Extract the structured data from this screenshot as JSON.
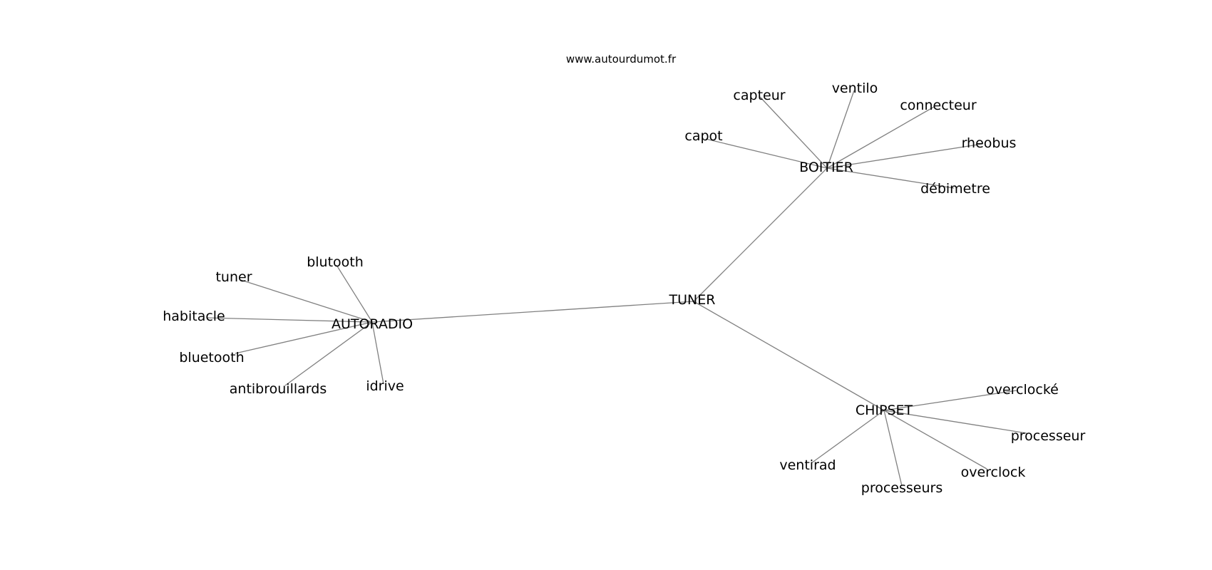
{
  "site": "www.autourdumot.fr",
  "graph": {
    "root": "TUNER",
    "groups": [
      {
        "hub": "AUTORADIO",
        "leaves": [
          "blutooth",
          "tuner",
          "habitacle",
          "bluetooth",
          "antibrouillards",
          "idrive"
        ]
      },
      {
        "hub": "BOITIER",
        "leaves": [
          "capot",
          "capteur",
          "ventilo",
          "connecteur",
          "rheobus",
          "débimetre"
        ]
      },
      {
        "hub": "CHIPSET",
        "leaves": [
          "overclocké",
          "processeur",
          "overclock",
          "processeurs",
          "ventirad"
        ]
      }
    ]
  }
}
